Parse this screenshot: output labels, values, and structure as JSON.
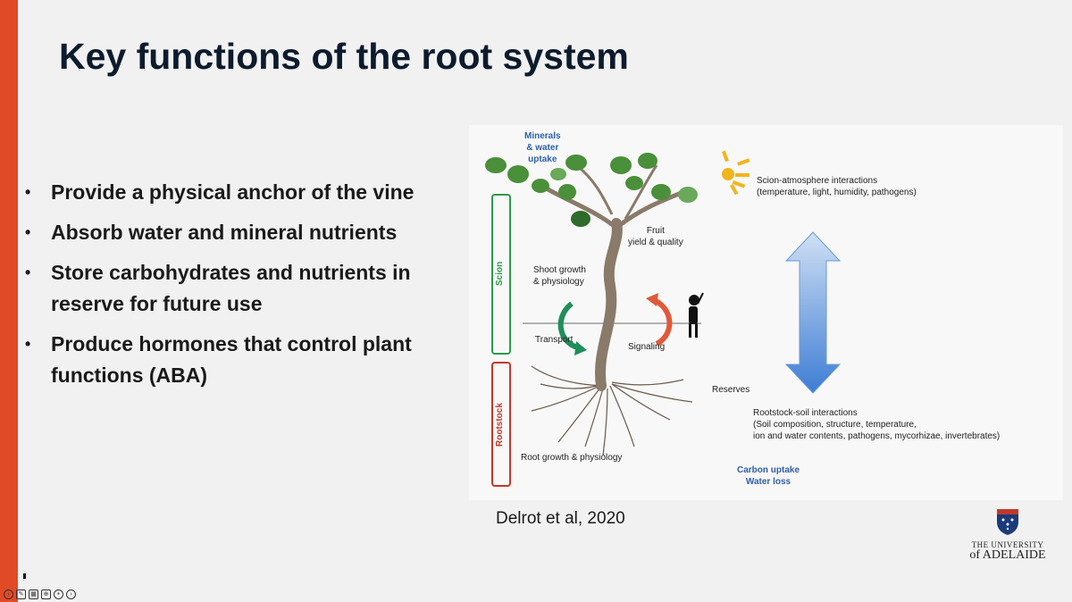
{
  "slide": {
    "title": "Key functions of the root system",
    "bullets": [
      "Provide a physical anchor of the vine",
      "Absorb water and mineral nutrients",
      "Store carbohydrates and nutrients in reserve for future use",
      "Produce hormones that control plant functions (ABA)"
    ],
    "citation": "Delrot et al, 2020"
  },
  "diagram": {
    "minerals": [
      "Minerals",
      "& water",
      "uptake"
    ],
    "scion": "Scion",
    "rootstock": "Rootstock",
    "fruit": [
      "Fruit",
      "yield & quality"
    ],
    "shoot": [
      "Shoot growth",
      "& physiology"
    ],
    "transport": "Transport",
    "signaling": "Signaling",
    "root_growth": "Root growth & physiology",
    "reserves": "Reserves",
    "scion_atmo": [
      "Scion-atmosphere interactions",
      "(temperature, light, humidity, pathogens)"
    ],
    "rootstock_soil": [
      "Rootstock-soil interactions",
      "(Soil composition, structure, temperature,",
      "ion and water contents, pathogens, mycorhizae, invertebrates)"
    ],
    "carbon": [
      "Carbon uptake",
      "Water loss"
    ]
  },
  "logo": {
    "line1": "THE UNIVERSITY",
    "line2": "of ADELAIDE"
  },
  "colors": {
    "accent_bar": "#e14a26",
    "title": "#0d1b2e",
    "arrow_blue": "#4a86d6",
    "scion_green": "#2e9a4a",
    "rootstock_red": "#c0392b"
  }
}
